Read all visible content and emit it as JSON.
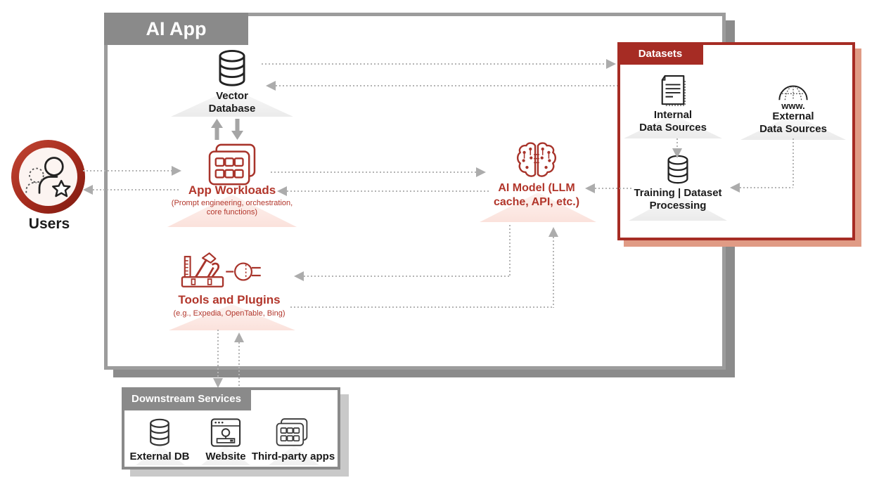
{
  "colors": {
    "accent_red": "#A62C24",
    "header_gray": "#8A8A8A",
    "arrow_gray": "#B4B4B4",
    "shadow_salmon": "#E09B85",
    "shadow_gray": "#8B8B8B"
  },
  "ai_app": {
    "title": "AI App"
  },
  "users": {
    "label": "Users",
    "icon": "users-icon"
  },
  "vector_db": {
    "line1": "Vector",
    "line2": "Database",
    "icon": "database-cylinder-icon"
  },
  "app_workloads": {
    "label": "App Workloads",
    "sub1": "(Prompt engineering, orchestration,",
    "sub2": "core functions)",
    "icon": "stacked-app-grid-icon"
  },
  "ai_model": {
    "line1": "AI Model (LLM",
    "line2": "cache, API, etc.)",
    "icon": "brain-circuit-icon"
  },
  "tools": {
    "label": "Tools and Plugins",
    "sub": "(e.g., Expedia, OpenTable, Bing)",
    "icon_a": "toolbox-icon",
    "icon_b": "plug-icon"
  },
  "datasets": {
    "title": "Datasets",
    "internal": {
      "line1": "Internal",
      "line2": "Data Sources",
      "icon": "document-icon"
    },
    "external": {
      "line1": "External",
      "line2": "Data Sources",
      "www": "www.",
      "icon": "globe-icon"
    },
    "training": {
      "line1": "Training | Dataset",
      "line2": "Processing",
      "icon": "database-cylinder-icon"
    }
  },
  "downstream": {
    "title": "Downstream Services",
    "items": [
      {
        "label": "External DB",
        "icon": "database-cylinder-icon"
      },
      {
        "label": "Website",
        "icon": "browser-window-icon"
      },
      {
        "label": "Third-party apps",
        "icon": "app-grid-icon"
      }
    ]
  }
}
